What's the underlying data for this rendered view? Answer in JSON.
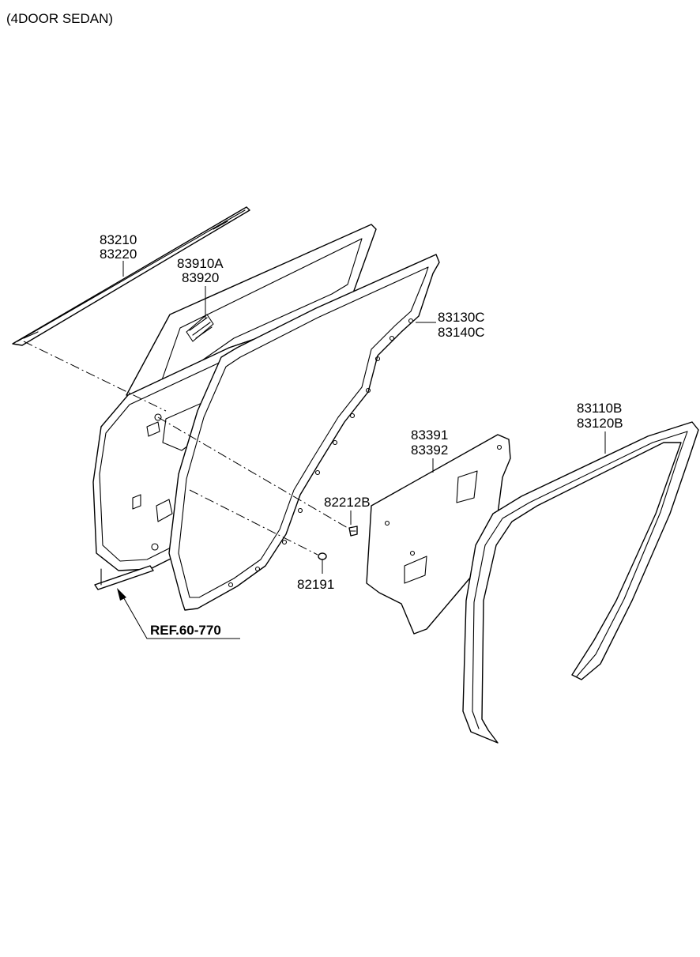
{
  "title": "(4DOOR SEDAN)",
  "labels": {
    "belt_molding": [
      "83210",
      "83220"
    ],
    "delta_cover": [
      "83910A",
      "83920"
    ],
    "door_seal": [
      "83130C",
      "83140C"
    ],
    "waterproof_film": [
      "83391",
      "83392"
    ],
    "window_channel": [
      "83110B",
      "83120B"
    ],
    "clip": "82212B",
    "plug": "82191",
    "reference": "REF.60-770"
  }
}
